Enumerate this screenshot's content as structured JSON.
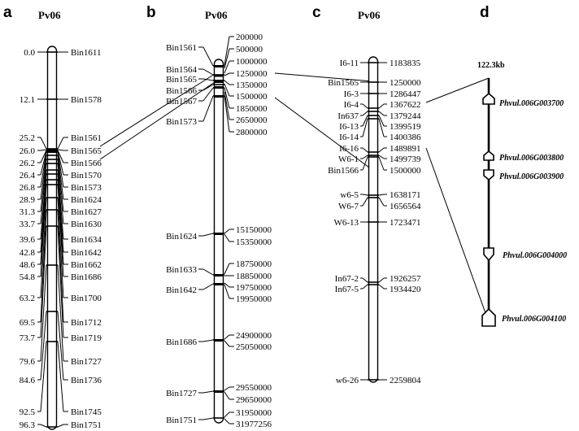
{
  "panels": {
    "a": {
      "letter": "a",
      "title": "Pv06",
      "markers": [
        {
          "pos": "0.0",
          "name": "Bin1611"
        },
        {
          "pos": "12.1",
          "name": "Bin1578"
        },
        {
          "pos": "25.2",
          "name": "Bin1561"
        },
        {
          "pos": "26.0",
          "name": "Bin1565"
        },
        {
          "pos": "26.2",
          "name": "Bin1566"
        },
        {
          "pos": "26.4",
          "name": "Bin1570"
        },
        {
          "pos": "26.8",
          "name": "Bin1573"
        },
        {
          "pos": "28.9",
          "name": "Bin1624"
        },
        {
          "pos": "31.3",
          "name": "Bin1627"
        },
        {
          "pos": "33.7",
          "name": "Bin1630"
        },
        {
          "pos": "39.6",
          "name": "Bin1634"
        },
        {
          "pos": "42.8",
          "name": "Bin1642"
        },
        {
          "pos": "48.6",
          "name": "Bin1662"
        },
        {
          "pos": "54.8",
          "name": "Bin1686"
        },
        {
          "pos": "63.2",
          "name": "Bin1700"
        },
        {
          "pos": "69.5",
          "name": "Bin1712"
        },
        {
          "pos": "73.7",
          "name": "Bin1719"
        },
        {
          "pos": "79.6",
          "name": "Bin1727"
        },
        {
          "pos": "84.6",
          "name": "Bin1736"
        },
        {
          "pos": "92.5",
          "name": "Bin1745"
        },
        {
          "pos": "96.3",
          "name": "Bin1751"
        }
      ]
    },
    "b": {
      "letter": "b",
      "title": "Pv06",
      "left_labels": [
        "Bin1561",
        "Bin1564",
        "Bin1565",
        "Bin1566",
        "Bin1567",
        "Bin1573",
        "Bin1624",
        "Bin1633",
        "Bin1642",
        "Bin1686",
        "Bin1727",
        "Bin1751"
      ],
      "right_labels": [
        "200000",
        "500000",
        "1000000",
        "1250000",
        "1350000",
        "1500000",
        "1850000",
        "2650000",
        "2800000",
        "15150000",
        "15350000",
        "18750000",
        "18850000",
        "19750000",
        "19950000",
        "24900000",
        "25050000",
        "29550000",
        "29650000",
        "31950000",
        "31977256"
      ]
    },
    "c": {
      "letter": "c",
      "title": "Pv06",
      "markers": [
        {
          "name": "I6-11",
          "pos": "1183835"
        },
        {
          "name": "Bin1565",
          "pos": "1250000"
        },
        {
          "name": "I6-3",
          "pos": "1286447"
        },
        {
          "name": "I6-4",
          "pos": "1367622"
        },
        {
          "name": "In637",
          "pos": "1379244"
        },
        {
          "name": "I6-13",
          "pos": "1399519"
        },
        {
          "name": "I6-14",
          "pos": "1400386"
        },
        {
          "name": "I6-16",
          "pos": "1489891"
        },
        {
          "name": "W6-1",
          "pos": "1499739"
        },
        {
          "name": "Bin1566",
          "pos": "1500000"
        },
        {
          "name": "w6-5",
          "pos": "1638171"
        },
        {
          "name": "W6-7",
          "pos": "1656564"
        },
        {
          "name": "W6-13",
          "pos": "1723471"
        },
        {
          "name": "In67-2",
          "pos": "1926257"
        },
        {
          "name": "In67-5",
          "pos": "1934420"
        },
        {
          "name": "w6-26",
          "pos": "2259804"
        }
      ]
    },
    "d": {
      "letter": "d",
      "interval": "122.3kb",
      "genes": [
        "Phvul.006G003700",
        "Phvul.006G003800",
        "Phvul.006G003900",
        "Phvul.006G004000",
        "Phvul.006G004100"
      ]
    }
  }
}
